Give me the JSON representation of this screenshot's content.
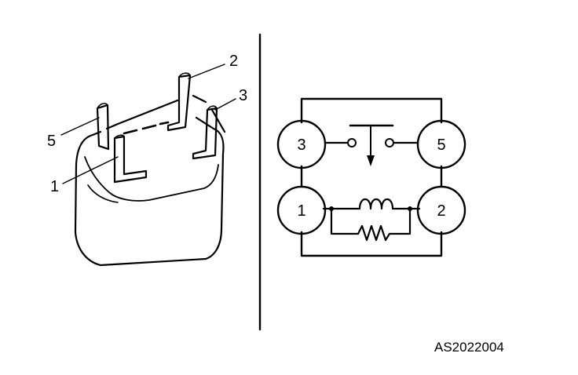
{
  "relay_pins": {
    "pin_2": "2",
    "pin_3": "3",
    "pin_5": "5",
    "pin_1": "1"
  },
  "schematic": {
    "terminal_3": "3",
    "terminal_5": "5",
    "terminal_1": "1",
    "terminal_2": "2"
  },
  "figure_code": "AS2022004"
}
